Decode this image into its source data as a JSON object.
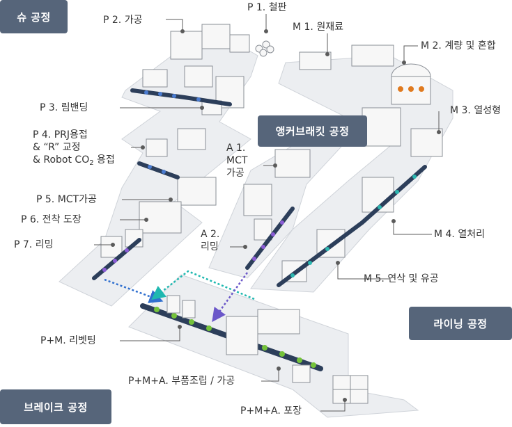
{
  "badges": {
    "shoe": "슈 공정",
    "anchor": "앵커브래킷 공정",
    "lining": "라이닝 공정",
    "brake": "브레이크 공정"
  },
  "labels": {
    "p1": "P 1. 철판",
    "p2": "P 2. 가공",
    "m1": "M 1. 원재료",
    "m2": "M 2. 계량 및 혼합",
    "p3": "P 3. 림밴딩",
    "m3": "M 3. 열성형",
    "p4_line1": "P 4. PRJ용접",
    "p4_line2": "& “R” 교정",
    "p4_line3a": "& Robot CO",
    "p4_line3sub": "2",
    "p4_line3b": " 용접",
    "a1_line1": "A 1.",
    "a1_line2": "MCT",
    "a1_line3": "가공",
    "p5": "P 5. MCT가공",
    "p6": "P 6. 전착 도장",
    "m4": "M 4. 열처리",
    "p7": "P 7. 리밍",
    "a2_line1": "A 2.",
    "a2_line2": "리밍",
    "m5": "M 5. 연삭 및 유공",
    "pm": "P+M. 리벳팅",
    "pma_assembly": "P+M+A. 부품조립 / 가공",
    "pma_pack": "P+M+A. 포장"
  },
  "colors": {
    "badge": "#56657a",
    "platform": "#e8eaed",
    "platform_edge": "#c9cdd3",
    "conveyor_blue": "#4a7bd0",
    "conveyor_purple": "#8b5cd6",
    "conveyor_teal": "#2bb7b0",
    "conveyor_green": "#74c23a",
    "flow_blue": "#2f6fcf",
    "flow_teal": "#1fb8b0",
    "flow_purple": "#6b57c9",
    "leader": "#5b5b5b"
  }
}
